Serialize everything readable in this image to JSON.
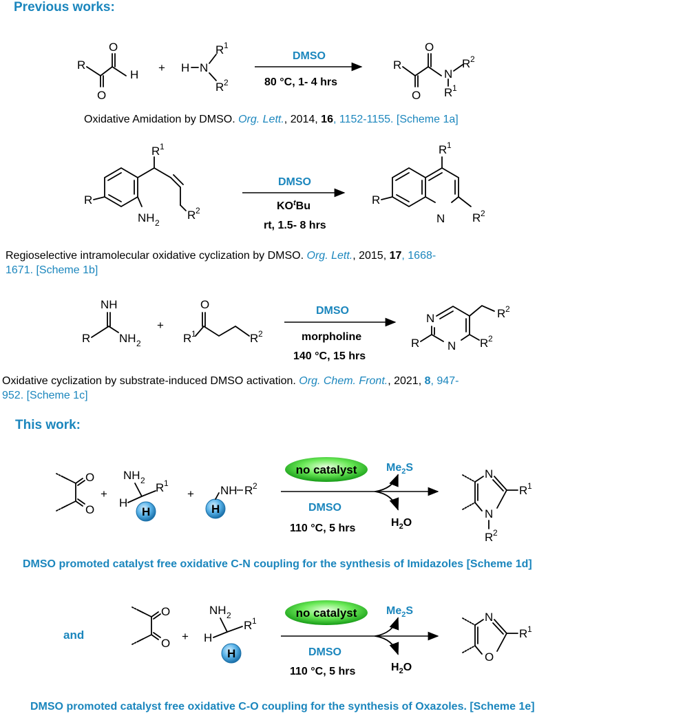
{
  "headers": {
    "previous": "Previous works:",
    "this_work": "This work:",
    "and": "and"
  },
  "scheme_1a": {
    "reagent": "DMSO",
    "conditions": "80 °C, 1- 4 hrs",
    "caption_text": "Oxidative Amidation by DMSO. ",
    "journal": "Org. Lett.",
    "year": ", 2014, ",
    "volume": "16",
    "pages": ", 1152-1155. [Scheme 1a]"
  },
  "scheme_1b": {
    "reagent": "DMSO",
    "base": "KOtBu",
    "conditions": "rt, 1.5- 8 hrs",
    "caption_text": "Regioselective intramolecular oxidative cyclization by DMSO. ",
    "journal": "Org. Lett.",
    "year": ", 2015, ",
    "volume": "17",
    "pages_line1": ", 1668-",
    "pages_line2": "1671. [Scheme 1b]"
  },
  "scheme_1c": {
    "reagent": "DMSO",
    "additive": "morpholine",
    "conditions": "140 °C, 15 hrs",
    "caption_text": "Oxidative cyclization by substrate-induced DMSO activation. ",
    "journal": "Org. Chem. Front.",
    "year": ", 2021, ",
    "volume": "8",
    "pages_line1": ", 947-",
    "pages_line2": "952. [Scheme 1c]"
  },
  "scheme_1d": {
    "badge": "no catalyst",
    "reagent": "DMSO",
    "conditions": "110 °C, 5 hrs",
    "byproduct_1": "Me2S",
    "byproduct_2": "H2O",
    "caption": "DMSO promoted catalyst free oxidative C-N coupling for the synthesis of Imidazoles [Scheme 1d]"
  },
  "scheme_1e": {
    "badge": "no catalyst",
    "reagent": "DMSO",
    "conditions": "110 °C, 5 hrs",
    "byproduct_1": "Me2S",
    "byproduct_2": "H2O",
    "caption": "DMSO promoted catalyst free oxidative C-O coupling for the synthesis of Oxazoles. [Scheme 1e]"
  },
  "colors": {
    "accent": "#1b86bd",
    "badge_green": "#22c422"
  }
}
